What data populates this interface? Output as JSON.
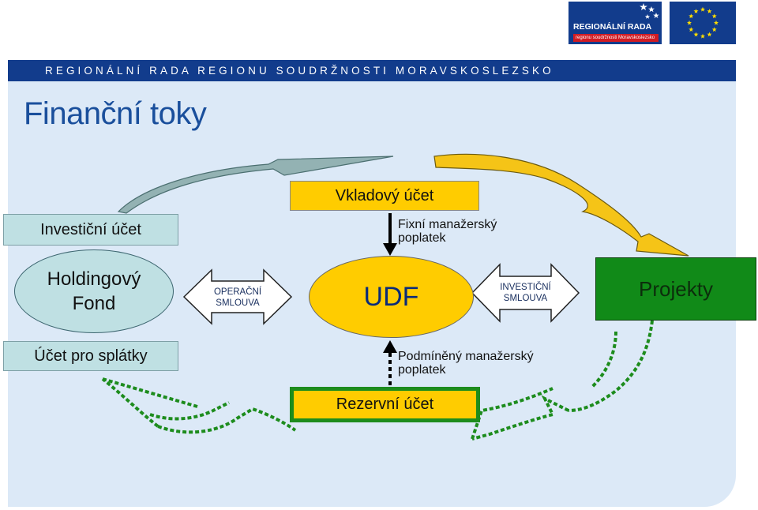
{
  "header": {
    "banner_text": "REGIONÁLNÍ RADA REGIONU SOUDRŽNOSTI MORAVSKOSLEZSKO",
    "logo_title": "REGIONÁLNÍ RADA",
    "logo_subtitle": "regionu soudržnosti Moravskoslezsko"
  },
  "slide": {
    "title": "Finanční toky"
  },
  "diagram": {
    "investicni_ucet": "Investiční účet",
    "holding_line1": "Holdingový",
    "holding_line2": "Fond",
    "ucet_splatky": "Účet pro splátky",
    "operacni_line1": "OPERAČNÍ",
    "operacni_line2": "SMLOUVA",
    "vkladovy_ucet": "Vkladový účet",
    "fixni_line1": "Fixní manažerský",
    "fixni_line2": "poplatek",
    "udf": "UDF",
    "podmineny_line1": "Podmíněný manažerský",
    "podmineny_line2": "poplatek",
    "rezervni_ucet": "Rezervní účet",
    "investicni_sml_line1": "INVESTIČNÍ",
    "investicni_sml_line2": "SMLOUVA",
    "projekty": "Projekty"
  },
  "colors": {
    "banner_blue": "#123c8c",
    "slide_background": "#dce9f7",
    "title_blue": "#1a4f9c",
    "teal_box": "#bfe0e3",
    "yellow": "#ffcc00",
    "green": "#118a18",
    "dotted_green": "#1d8c1d",
    "grey_teal_arrow": "#93b2b3"
  },
  "icons": [
    "eu-flag-icon",
    "regional-council-logo"
  ]
}
